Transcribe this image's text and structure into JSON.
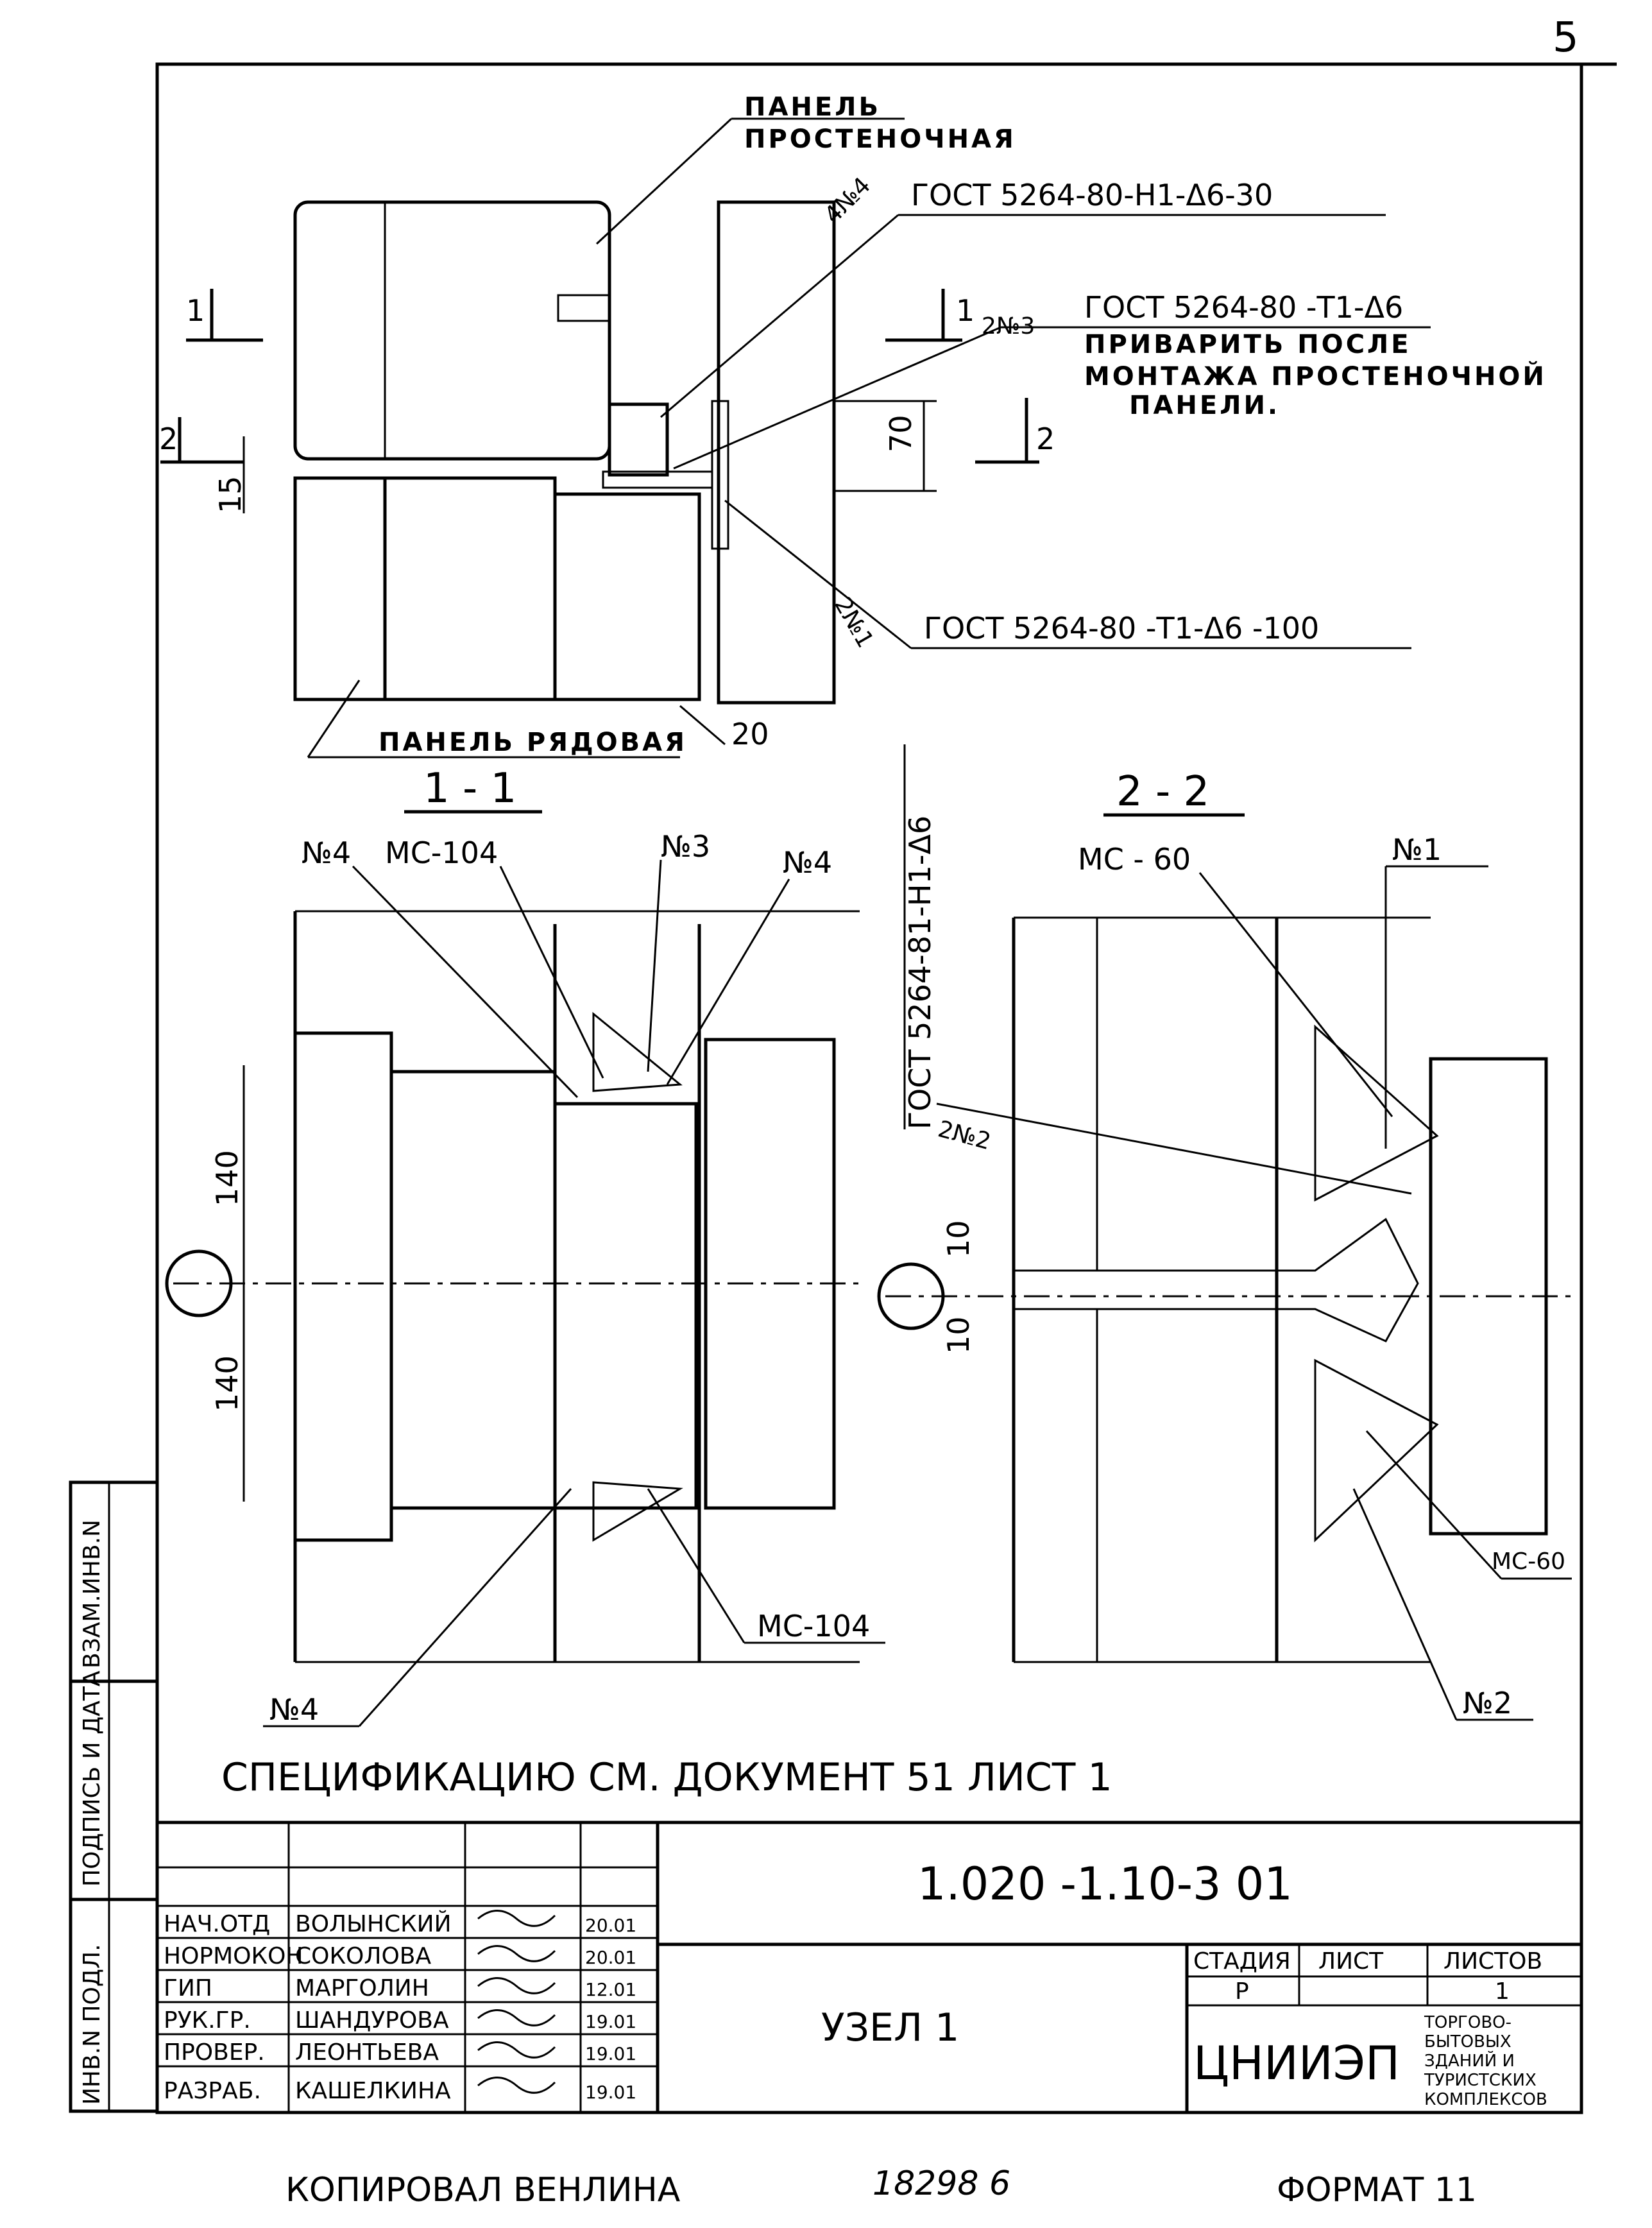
{
  "sheet": {
    "page_number": "5",
    "footer_copied_by": "КОПИРОВАЛ ВЕНЛИНА",
    "footer_number": "18298 6",
    "footer_format": "ФОРМАТ 11"
  },
  "top_view": {
    "label_panel_pier_line1": "ПАНЕЛЬ",
    "label_panel_pier_line2": "ПРОСТЕНОЧНАЯ",
    "callout_4n4": "4№4",
    "gost_4": "ГОСТ 5264-80-Н1-Δ6-30",
    "callout_2n3": "2№3",
    "gost_3": "ГОСТ 5264-80 -Т1-Δ6",
    "note_3_line1": "ПРИВАРИТЬ ПОСЛЕ",
    "note_3_line2": "МОНТАЖА ПРОСТЕНОЧНОЙ",
    "note_3_line3": "ПАНЕЛИ.",
    "callout_2n1": "2№1",
    "gost_1": "ГОСТ 5264-80 -Т1-Δ6 -100",
    "label_panel_row": "ПАНЕЛЬ РЯДОВАЯ",
    "dim_70": "70",
    "dim_15": "15",
    "dim_20": "20",
    "cut_1": "1",
    "cut_2": "2"
  },
  "section_1_1": {
    "title": "1 - 1",
    "n4_top_left": "№4",
    "mc104_top": "МС-104",
    "n3": "№3",
    "n4_top_right": "№4",
    "dim_140_upper": "140",
    "dim_140_lower": "140",
    "mc104_bottom": "МС-104",
    "n4_bottom": "№4"
  },
  "section_2_2": {
    "title": "2 - 2",
    "gost_vertical": "ГОСТ 5264-81-Н1-Δ6",
    "mc60_top": "МС - 60",
    "n1": "№1",
    "callout_2n2": "2№2",
    "dim_10_upper": "10",
    "dim_10_lower": "10",
    "mc60_bottom": "МС-60",
    "n2": "№2"
  },
  "spec_note": "СПЕЦИФИКАЦИЮ СМ. ДОКУМЕНТ 51 ЛИСТ 1",
  "side_stamp": {
    "vzam": "ВЗАМ.ИНВ.N",
    "podpis": "ПОДПИСЬ И ДАТА",
    "inv": "ИНВ.N ПОДЛ."
  },
  "title_block": {
    "doc_code": "1.020 -1.10-3 01",
    "title": "УЗЕЛ 1",
    "stage_header": "СТАДИЯ",
    "sheet_header": "ЛИСТ",
    "sheets_header": "ЛИСТОВ",
    "stage": "Р",
    "sheet": "",
    "sheets": "1",
    "org": "ЦНИИЭП",
    "org_sub_1": "ТОРГОВО-",
    "org_sub_2": "БЫТОВЫХ",
    "org_sub_3": "ЗДАНИЙ И",
    "org_sub_4": "ТУРИСТСКИХ",
    "org_sub_5": "КОМПЛЕКСОВ",
    "rows": [
      {
        "role": "НАЧ.ОТД",
        "name": "ВОЛЫНСКИЙ",
        "date": "20.01"
      },
      {
        "role": "НОРМОКОН",
        "name": "СОКОЛОВА",
        "date": "20.01"
      },
      {
        "role": "ГИП",
        "name": "МАРГОЛИН",
        "date": "12.01"
      },
      {
        "role": "РУК.ГР.",
        "name": "ШАНДУРОВА",
        "date": "19.01"
      },
      {
        "role": "ПРОВЕР.",
        "name": "ЛЕОНТЬЕВА",
        "date": "19.01"
      },
      {
        "role": "РАЗРАБ.",
        "name": "КАШЕЛКИНА",
        "date": "19.01"
      }
    ]
  }
}
